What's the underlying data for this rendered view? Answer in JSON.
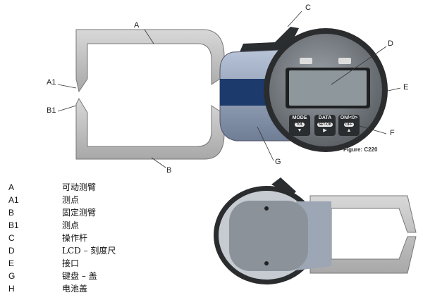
{
  "callouts": {
    "A": "A",
    "A1": "A1",
    "B": "B",
    "B1": "B1",
    "C": "C",
    "D": "D",
    "E": "E",
    "F": "F",
    "G": "G"
  },
  "figure_caption": "Figure: C220",
  "keypad": [
    {
      "top": "MODE",
      "sub": "TOL",
      "arrow": "▼"
    },
    {
      "top": "DATA",
      "sub": "SET-OK",
      "arrow": "▶"
    },
    {
      "top": "ON/<0>",
      "sub": "OFF",
      "arrow": "▲"
    }
  ],
  "legend": [
    {
      "key": "A",
      "desc": "可动测臂"
    },
    {
      "key": "A1",
      "desc": "测点"
    },
    {
      "key": "B",
      "desc": "固定测臂"
    },
    {
      "key": "B1",
      "desc": "测点"
    },
    {
      "key": "C",
      "desc": "操作杆"
    },
    {
      "key": "D",
      "desc": "LCD –  刻度尺"
    },
    {
      "key": "E",
      "desc": "接口"
    },
    {
      "key": "G",
      "desc": "键盘  –  盖"
    },
    {
      "key": "H",
      "desc": "电池盖"
    }
  ]
}
